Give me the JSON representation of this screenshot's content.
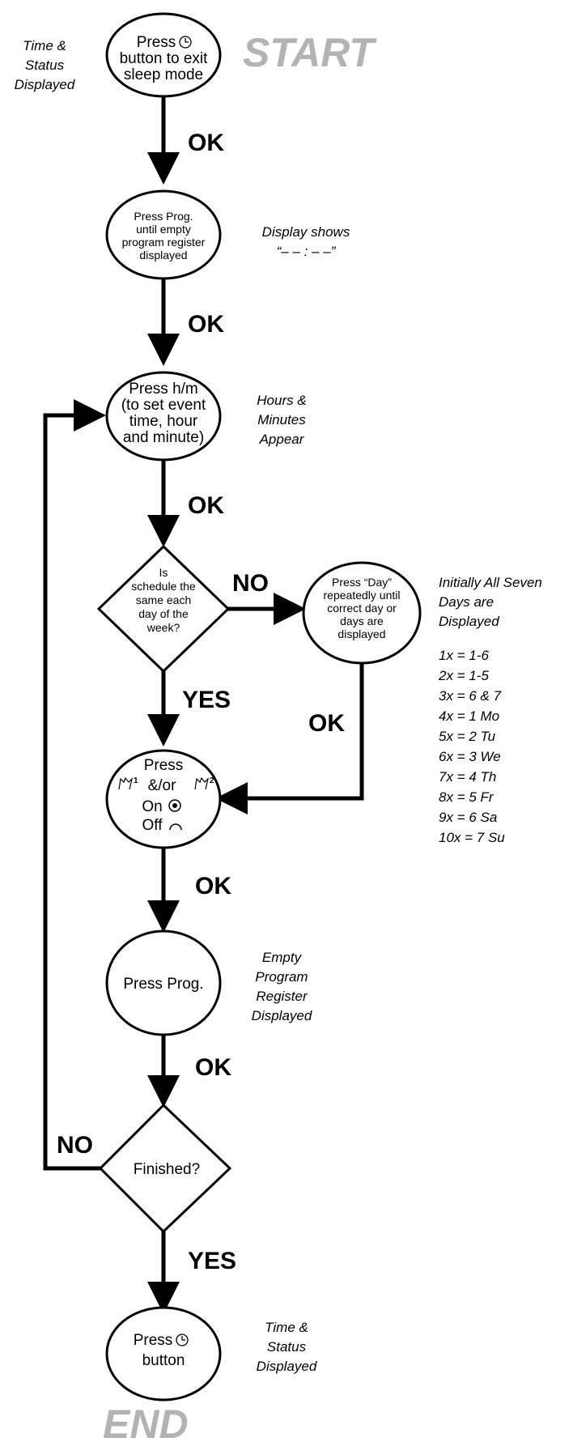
{
  "banners": {
    "start": "START",
    "end": "END"
  },
  "nodes": {
    "exit_sleep": {
      "lines": [
        "Press",
        "button to exit",
        "sleep mode"
      ]
    },
    "press_prog_empty": {
      "lines": [
        "Press Prog.",
        "until empty",
        "program register",
        "displayed"
      ]
    },
    "press_hm": {
      "lines": [
        "Press h/m",
        "(to set event",
        "time, hour",
        "and minute)"
      ]
    },
    "same_schedule": {
      "lines": [
        "Is",
        "schedule the",
        "same each",
        "day of the",
        "week?"
      ]
    },
    "press_day": {
      "lines": [
        "Press “Day”",
        "repeatedly until",
        "correct day or",
        "days are",
        "displayed"
      ]
    },
    "press_channel": {
      "lines": [
        "Press",
        "&/or",
        "On",
        "Off"
      ]
    },
    "press_prog": {
      "lines": [
        "Press Prog."
      ]
    },
    "finished": {
      "lines": [
        "Finished?"
      ]
    },
    "press_end": {
      "lines": [
        "Press",
        "button"
      ]
    }
  },
  "edge_labels": {
    "ok1": "OK",
    "ok2": "OK",
    "ok3": "OK",
    "no1": "NO",
    "yes1": "YES",
    "ok4": "OK",
    "ok5": "OK",
    "ok6": "OK",
    "no2": "NO",
    "yes2": "YES"
  },
  "notes": {
    "time_status_top": [
      "Time &",
      "Status",
      "Displayed"
    ],
    "display_shows": [
      "Display shows",
      "“– – : – –”"
    ],
    "hours_minutes": [
      "Hours &",
      "Minutes",
      "Appear"
    ],
    "initially_days": [
      "Initially All Seven",
      "Days are",
      "Displayed"
    ],
    "day_codes": [
      "1x = 1-6",
      "2x = 1-5",
      "3x = 6 & 7",
      "4x = 1 Mo",
      "5x = 2 Tu",
      "6x = 3 We",
      "7x = 4 Th",
      "8x = 5 Fr",
      "9x = 6 Sa",
      "10x = 7 Su"
    ],
    "empty_program": [
      "Empty",
      "Program",
      "Register",
      "Displayed"
    ],
    "time_status_bottom": [
      "Time &",
      "Status",
      "Displayed"
    ]
  },
  "icons": [
    "clock-icon",
    "channel-1-icon",
    "channel-2-icon",
    "on-dot-icon",
    "off-arc-icon"
  ]
}
